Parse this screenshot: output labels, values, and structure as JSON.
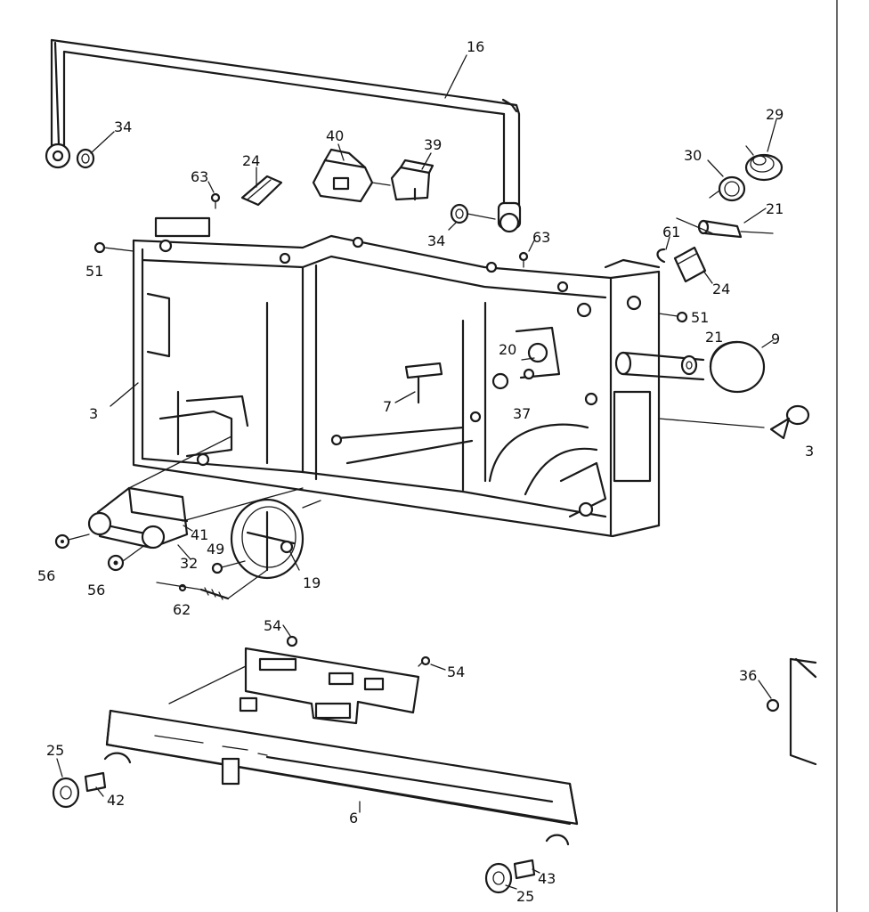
{
  "diagram": {
    "callouts": [
      {
        "id": "c16",
        "label": "16"
      },
      {
        "id": "c34a",
        "label": "34"
      },
      {
        "id": "c40",
        "label": "40"
      },
      {
        "id": "c39",
        "label": "39"
      },
      {
        "id": "c24a",
        "label": "24"
      },
      {
        "id": "c63a",
        "label": "63"
      },
      {
        "id": "c29",
        "label": "29"
      },
      {
        "id": "c30",
        "label": "30"
      },
      {
        "id": "c21a",
        "label": "21"
      },
      {
        "id": "c34b",
        "label": "34"
      },
      {
        "id": "c63b",
        "label": "63"
      },
      {
        "id": "c61",
        "label": "61"
      },
      {
        "id": "c24b",
        "label": "24"
      },
      {
        "id": "c51a",
        "label": "51"
      },
      {
        "id": "c51b",
        "label": "51"
      },
      {
        "id": "c21b",
        "label": "21"
      },
      {
        "id": "c9",
        "label": "9"
      },
      {
        "id": "c20",
        "label": "20"
      },
      {
        "id": "c3",
        "label": "3"
      },
      {
        "id": "c7",
        "label": "7"
      },
      {
        "id": "c37",
        "label": "37"
      },
      {
        "id": "c3b",
        "label": "3"
      },
      {
        "id": "c41",
        "label": "41"
      },
      {
        "id": "c49",
        "label": "49"
      },
      {
        "id": "c32",
        "label": "32"
      },
      {
        "id": "c19",
        "label": "19"
      },
      {
        "id": "c56a",
        "label": "56"
      },
      {
        "id": "c56b",
        "label": "56"
      },
      {
        "id": "c62",
        "label": "62"
      },
      {
        "id": "c54a",
        "label": "54"
      },
      {
        "id": "c54b",
        "label": "54"
      },
      {
        "id": "c36",
        "label": "36"
      },
      {
        "id": "c25a",
        "label": "25"
      },
      {
        "id": "c42",
        "label": "42"
      },
      {
        "id": "c6",
        "label": "6"
      },
      {
        "id": "c43",
        "label": "43"
      },
      {
        "id": "c25b",
        "label": "25"
      }
    ]
  }
}
